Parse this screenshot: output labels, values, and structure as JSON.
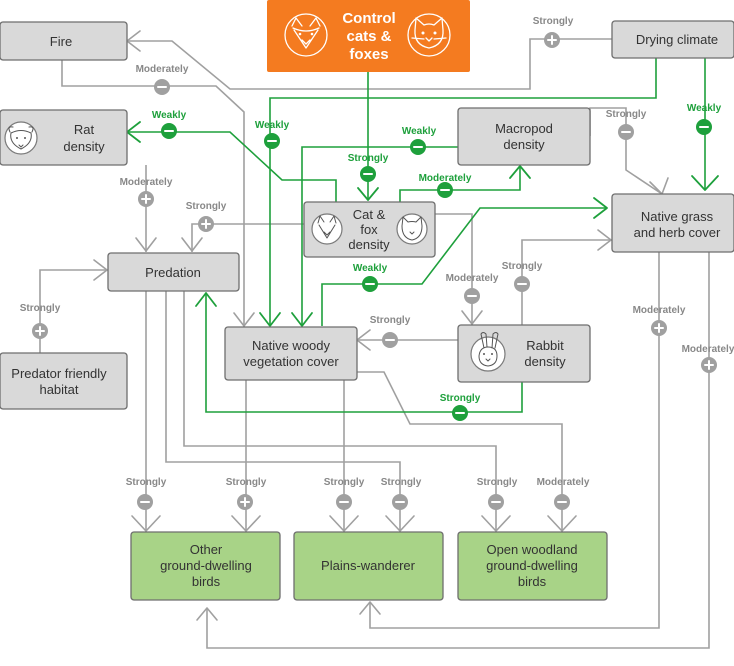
{
  "nodes": {
    "fire": "Fire",
    "control": [
      "Control",
      "cats &",
      "foxes"
    ],
    "drying": "Drying climate",
    "rat": [
      "Rat",
      "density"
    ],
    "macropod": [
      "Macropod",
      "density"
    ],
    "catfox": [
      "Cat &",
      "fox",
      "density"
    ],
    "grass": [
      "Native grass",
      "and herb cover"
    ],
    "predation": "Predation",
    "woody": [
      "Native woody",
      "vegetation cover"
    ],
    "rabbit": [
      "Rabbit",
      "density"
    ],
    "habitat": [
      "Predator friendly",
      "habitat"
    ],
    "other_birds": [
      "Other",
      "ground-dwelling",
      "birds"
    ],
    "plains": "Plains-wanderer",
    "woodland_birds": [
      "Open woodland",
      "ground-dwelling",
      "birds"
    ]
  },
  "links": [
    {
      "id": "drying-to-fire",
      "strength": "Strongly",
      "sign": "+",
      "color": "grey"
    },
    {
      "id": "fire-to-woody",
      "strength": "Moderately",
      "sign": "-",
      "color": "grey"
    },
    {
      "id": "control-to-woody",
      "strength": "Weakly",
      "sign": "-",
      "color": "green"
    },
    {
      "id": "catfox-to-rat",
      "strength": "Weakly",
      "sign": "-",
      "color": "green"
    },
    {
      "id": "control-to-catfox",
      "strength": "Strongly",
      "sign": "-",
      "color": "green"
    },
    {
      "id": "catfox-to-woody",
      "strength": "Weakly",
      "sign": "-",
      "color": "green"
    },
    {
      "id": "catfox-to-macropod",
      "strength": "Moderately",
      "sign": "-",
      "color": "green"
    },
    {
      "id": "macropod-to-grass",
      "strength": "Strongly",
      "sign": "-",
      "color": "grey"
    },
    {
      "id": "drying-to-grass",
      "strength": "Weakly",
      "sign": "-",
      "color": "green"
    },
    {
      "id": "rat-to-predation",
      "strength": "Moderately",
      "sign": "+",
      "color": "grey"
    },
    {
      "id": "catfox-to-predation",
      "strength": "Strongly",
      "sign": "+",
      "color": "grey"
    },
    {
      "id": "catfox-to-grass",
      "strength": "Weakly",
      "sign": "-",
      "color": "green"
    },
    {
      "id": "catfox-to-rabbit",
      "strength": "Moderately",
      "sign": "-",
      "color": "grey"
    },
    {
      "id": "rabbit-to-grass",
      "strength": "Strongly",
      "sign": "-",
      "color": "grey"
    },
    {
      "id": "habitat-to-predation",
      "strength": "Strongly",
      "sign": "+",
      "color": "grey"
    },
    {
      "id": "rabbit-to-woody",
      "strength": "Strongly",
      "sign": "-",
      "color": "grey"
    },
    {
      "id": "rabbit-to-predation",
      "strength": "Strongly",
      "sign": "-",
      "color": "green"
    },
    {
      "id": "grass-to-plains",
      "strength": "Moderately",
      "sign": "+",
      "color": "grey"
    },
    {
      "id": "grass-to-other",
      "strength": "Moderately",
      "sign": "+",
      "color": "grey"
    },
    {
      "id": "predation-to-other",
      "strength": "Strongly",
      "sign": "-",
      "color": "grey"
    },
    {
      "id": "woody-to-other",
      "strength": "Strongly",
      "sign": "+",
      "color": "grey"
    },
    {
      "id": "woody-to-plains",
      "strength": "Strongly",
      "sign": "-",
      "color": "grey"
    },
    {
      "id": "predation-to-plains",
      "strength": "Strongly",
      "sign": "-",
      "color": "grey"
    },
    {
      "id": "predation-to-woodland",
      "strength": "Strongly",
      "sign": "-",
      "color": "grey"
    },
    {
      "id": "woody-to-woodland",
      "strength": "Moderately",
      "sign": "-",
      "color": "grey"
    }
  ],
  "icons": {
    "control": [
      "fox-face-icon",
      "cat-face-icon"
    ],
    "catfox": [
      "fox-face-icon",
      "cat-face-icon"
    ],
    "rat": [
      "rat-face-icon"
    ],
    "rabbit": [
      "rabbit-face-icon"
    ]
  },
  "colors": {
    "orange": "#f47b20",
    "green_link": "#1ea03c",
    "grey_link": "#a0a0a0",
    "grey_box": "#d9d9d9",
    "green_box": "#a8d387"
  }
}
